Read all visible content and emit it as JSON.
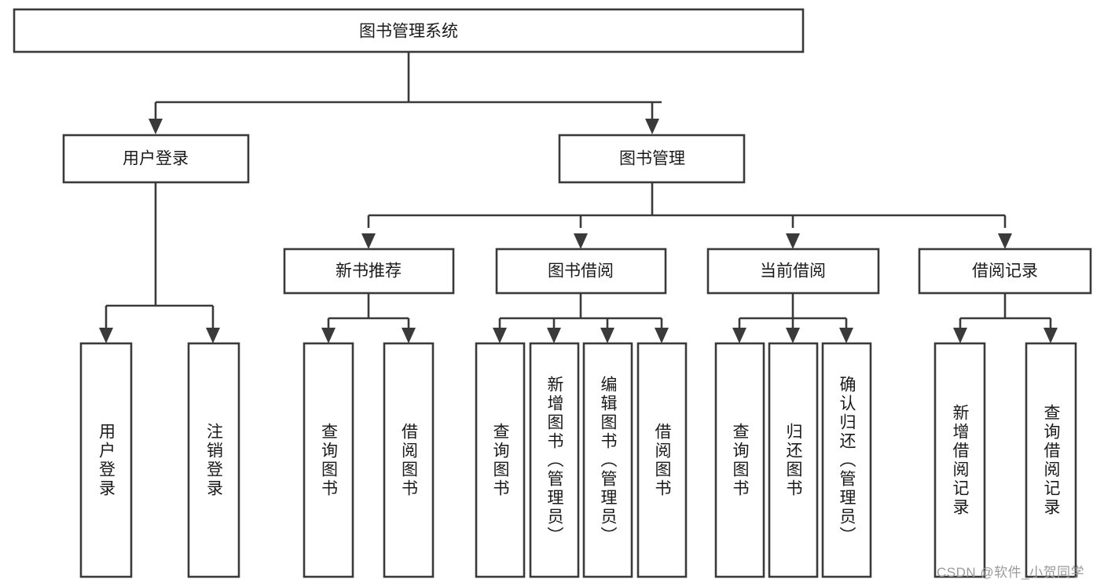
{
  "diagram": {
    "type": "tree-hierarchy",
    "title": "图书管理系统",
    "background_color": "#ffffff",
    "line_color": "#3a3a3a",
    "text_color": "#1a1a1a",
    "root": {
      "label": "图书管理系统",
      "orientation": "horizontal"
    },
    "level2": [
      {
        "label": "用户登录",
        "orientation": "horizontal"
      },
      {
        "label": "图书管理",
        "orientation": "horizontal"
      }
    ],
    "level3": [
      {
        "label": "新书推荐",
        "orientation": "horizontal"
      },
      {
        "label": "图书借阅",
        "orientation": "horizontal"
      },
      {
        "label": "当前借阅",
        "orientation": "horizontal"
      },
      {
        "label": "借阅记录",
        "orientation": "horizontal"
      }
    ],
    "leaves": {
      "user_login": [
        {
          "label": "用户登录",
          "orientation": "vertical"
        },
        {
          "label": "注销登录",
          "orientation": "vertical"
        }
      ],
      "new_book_recommend": [
        {
          "label": "查询图书",
          "orientation": "vertical"
        },
        {
          "label": "借阅图书",
          "orientation": "vertical"
        }
      ],
      "book_borrow": [
        {
          "label": "查询图书",
          "orientation": "vertical"
        },
        {
          "label": "新增图书（管理员）",
          "orientation": "vertical"
        },
        {
          "label": "编辑图书（管理员）",
          "orientation": "vertical"
        },
        {
          "label": "借阅图书",
          "orientation": "vertical"
        }
      ],
      "current_borrow": [
        {
          "label": "查询图书",
          "orientation": "vertical"
        },
        {
          "label": "归还图书",
          "orientation": "vertical"
        },
        {
          "label": "确认归还（管理员）",
          "orientation": "vertical"
        }
      ],
      "borrow_record": [
        {
          "label": "新增借阅记录",
          "orientation": "vertical"
        },
        {
          "label": "查询借阅记录",
          "orientation": "vertical"
        }
      ]
    },
    "watermark": "CSDN @软件_小贺同学"
  }
}
